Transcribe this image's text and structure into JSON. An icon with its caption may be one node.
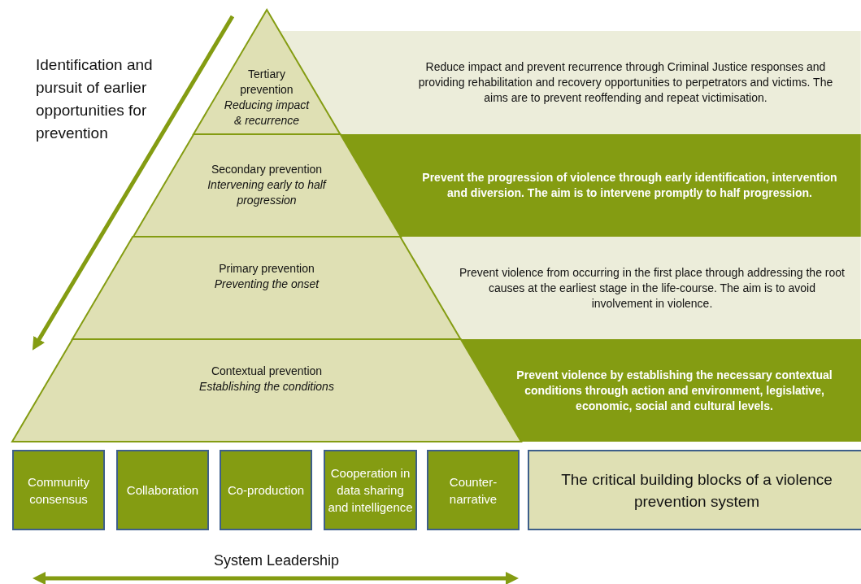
{
  "diagram": {
    "nodes": [
      {
        "text": [
          "Tertiary prevention",
          "Reducing impact & recurrence"
        ]
      },
      {
        "text": [
          "Reduce impact and prevent recurrence through Criminal Justice responses and providing rehabilitation and recovery opportunities to perpetrators and victims. The aims are to prevent reoffending and repeat victimisation."
        ]
      },
      {
        "text": [
          "Secondary prevention",
          "Intervening early to half progression"
        ]
      },
      {
        "text": [
          "Prevent the progression of violence through early identification, intervention and diversion. The aim is to intervene promptly to half progression."
        ]
      },
      {
        "text": [
          "Primary prevention",
          "Preventing the onset"
        ]
      },
      {
        "text": [
          "Prevent violence from occurring in the first place through addressing the root causes at the earliest stage in the life-course. The aim is to avoid involvement in violence."
        ]
      },
      {
        "text": [
          "Contextual prevention",
          "Establishing the conditions"
        ]
      },
      {
        "text": [
          "Prevent violence by establishing the necessary contextual conditions through action and environment, legislative, economic, social and cultural levels."
        ]
      },
      {
        "text": [
          "Community consensus"
        ]
      },
      {
        "text": [
          "Collaboration"
        ]
      },
      {
        "text": [
          "Co-production"
        ]
      },
      {
        "text": [
          "Cooperation in data sharing and intelligence"
        ]
      },
      {
        "text": [
          "Counter-narrative"
        ]
      },
      {
        "text": [
          "The critical building blocks of a violence prevention system"
        ]
      }
    ],
    "edges": [],
    "labels": [
      "Identification and pursuit of earlier opportunities for prevention",
      "System Leadership"
    ]
  }
}
